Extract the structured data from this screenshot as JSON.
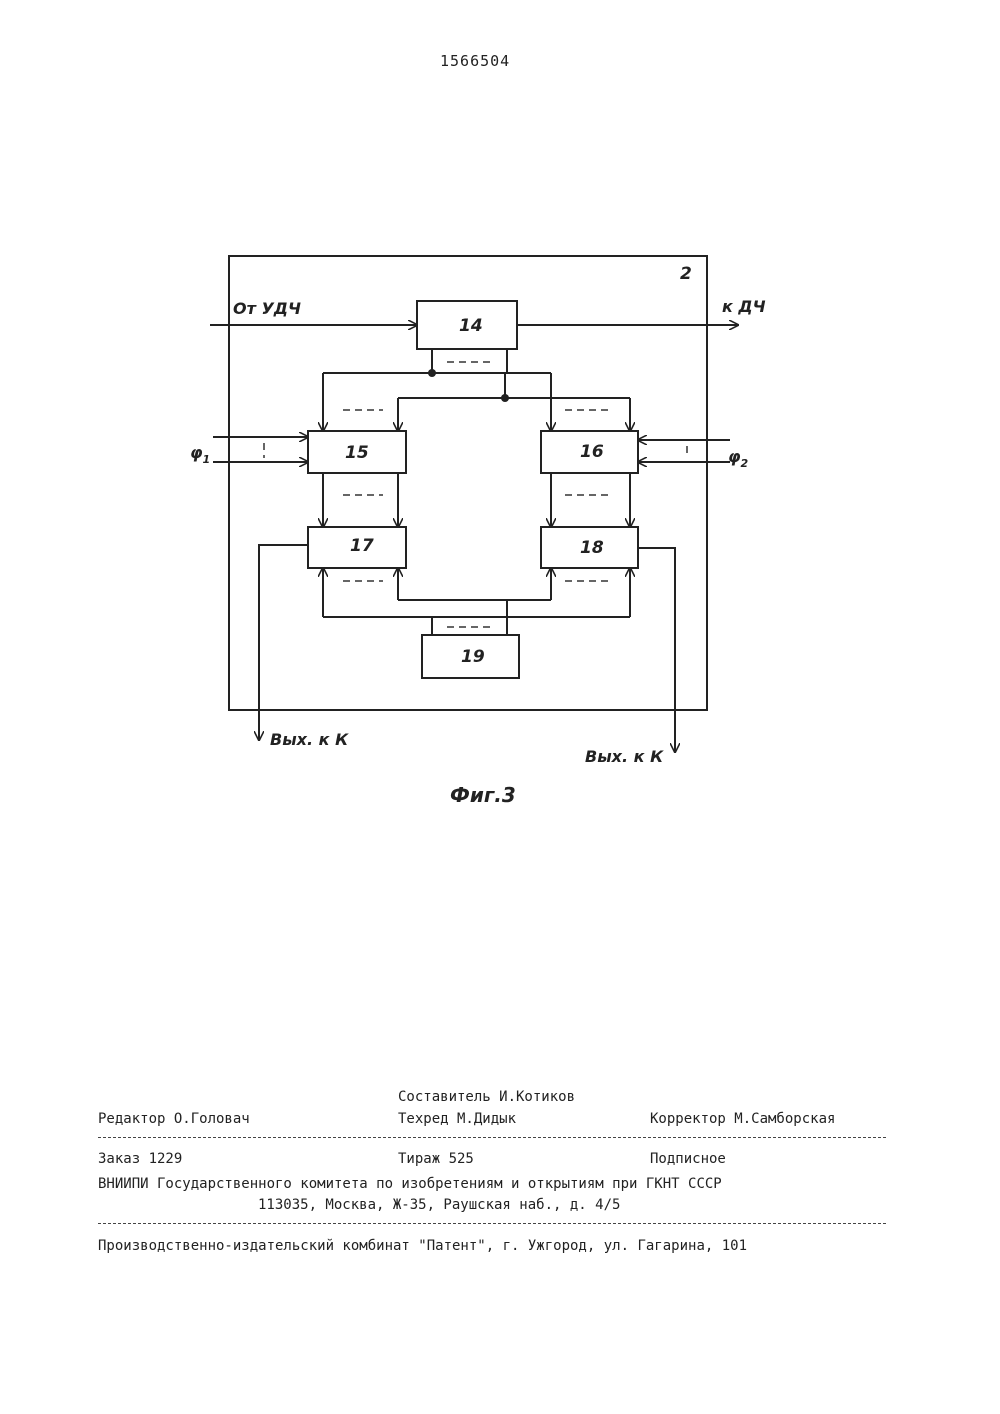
{
  "page_number": "1566504",
  "figure": {
    "frame_number": "2",
    "blocks": [
      {
        "id": "b14",
        "label": "14"
      },
      {
        "id": "b15",
        "label": "15"
      },
      {
        "id": "b16",
        "label": "16"
      },
      {
        "id": "b17",
        "label": "17"
      },
      {
        "id": "b18",
        "label": "18"
      },
      {
        "id": "b19",
        "label": "19"
      }
    ],
    "input_label": "От УДЧ",
    "output_label": "к ДЧ",
    "phi1_label": "φ",
    "phi1_sub": "1",
    "phi2_label": "φ",
    "phi2_sub": "2",
    "out_left_label": "Вых. к К",
    "out_right_label": "Вых. к К",
    "caption": "Фиг.3"
  },
  "footer": {
    "composer": "Составитель И.Котиков",
    "editor": "Редактор О.Головач",
    "techred": "Техред М.Дидык",
    "corrector": "Корректор М.Самборская",
    "order": "Заказ 1229",
    "circulation": "Тираж 525",
    "subscription": "Подписное",
    "org": "ВНИИПИ Государственного комитета по изобретениям и открытиям при ГКНТ СССР",
    "address": "113035, Москва, Ж-35, Раушская наб., д. 4/5",
    "publisher": "Производственно-издательский комбинат \"Патент\", г. Ужгород, ул. Гагарина, 101"
  }
}
